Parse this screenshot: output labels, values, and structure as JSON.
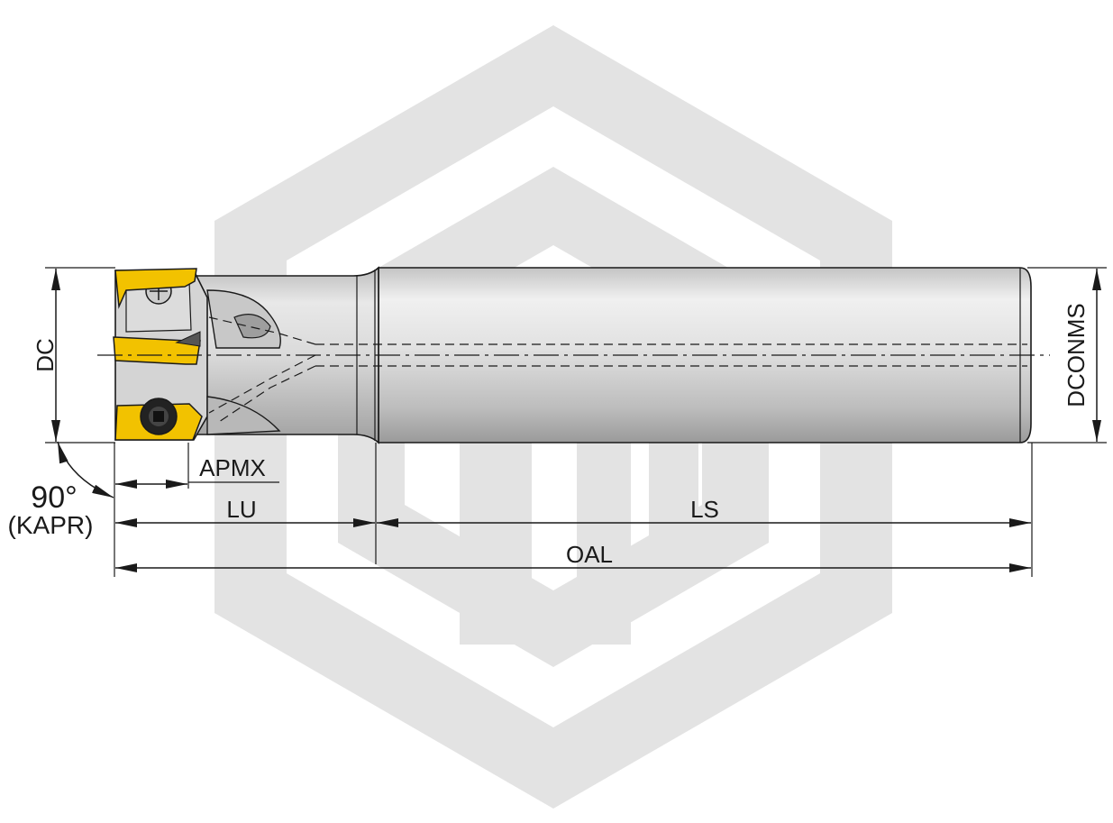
{
  "labels": {
    "dc": "DC",
    "dconms": "DCONMS",
    "apmx": "APMX",
    "lu": "LU",
    "ls": "LS",
    "oal": "OAL",
    "angle": "90°",
    "kapr": "(KAPR)"
  },
  "colors": {
    "watermark": "#e3e3e3",
    "shank_light": "#e6e6e6",
    "shank_dark": "#a8a8a8",
    "insert": "#f2c200",
    "line": "#1a1a1a"
  }
}
